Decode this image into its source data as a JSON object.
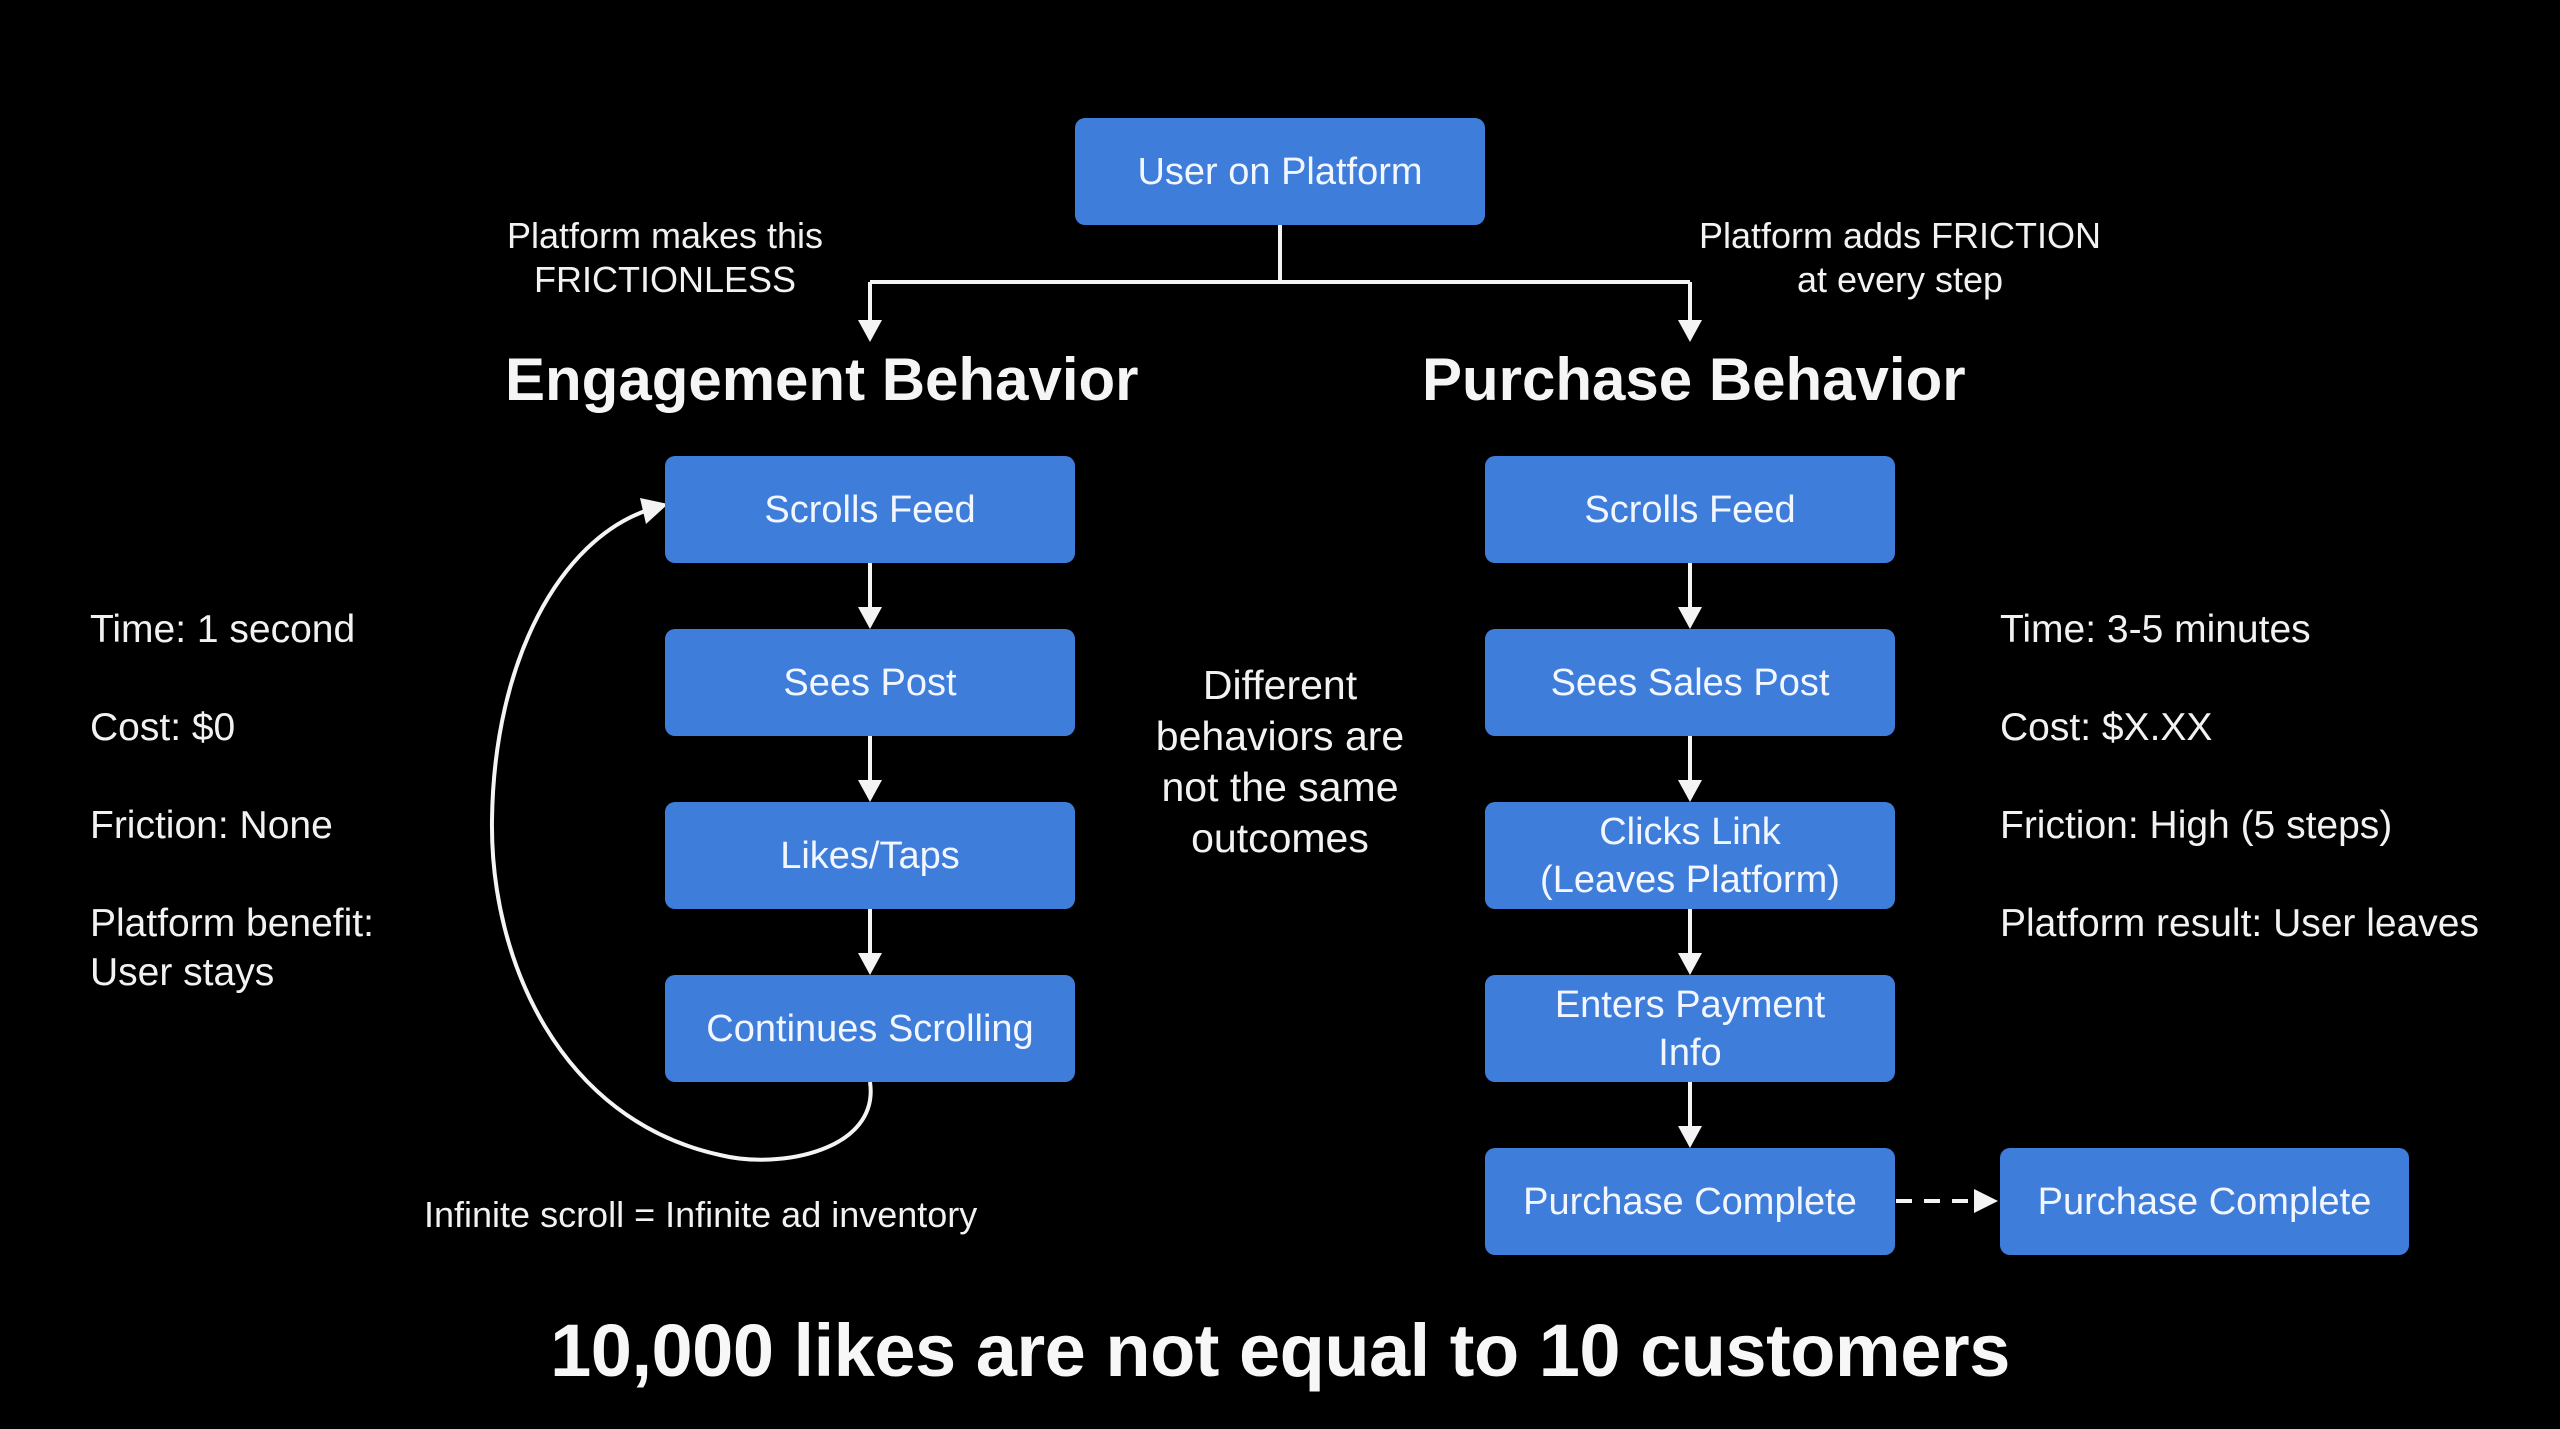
{
  "diagram": {
    "root": {
      "label": "User on Platform"
    },
    "annotations": {
      "left_branch": "Platform makes this\nFRICTIONLESS",
      "right_branch": "Platform adds FRICTION\nat every step",
      "center": "Different\nbehaviors are\nnot the same\noutcomes",
      "loop": "Infinite scroll = Infinite ad inventory"
    },
    "engagement": {
      "title": "Engagement Behavior",
      "steps": [
        {
          "label": "Scrolls Feed"
        },
        {
          "label": "Sees Post"
        },
        {
          "label": "Likes/Taps"
        },
        {
          "label": "Continues Scrolling"
        }
      ],
      "stats": [
        {
          "text": "Time: 1 second"
        },
        {
          "text": "Cost: $0"
        },
        {
          "text": "Friction: None"
        },
        {
          "text": "Platform benefit:\nUser stays"
        }
      ]
    },
    "purchase": {
      "title": "Purchase Behavior",
      "steps": [
        {
          "label": "Scrolls Feed"
        },
        {
          "label": "Sees Sales Post"
        },
        {
          "label": "Clicks Link\n(Leaves Platform)"
        },
        {
          "label": "Enters Payment\nInfo"
        },
        {
          "label": "Purchase Complete"
        }
      ],
      "outcome": {
        "label": "Purchase Complete"
      },
      "stats": [
        {
          "text": "Time: 3-5 minutes"
        },
        {
          "text": "Cost: $X.XX"
        },
        {
          "text": "Friction: High (5 steps)"
        },
        {
          "text": "Platform result: User leaves"
        }
      ]
    },
    "tagline": "10,000 likes are not equal to 10 customers",
    "colors": {
      "node_fill": "#3f7ddb",
      "background": "#000000",
      "text": "#f4f4f4",
      "connector": "#f4f4f4"
    }
  }
}
